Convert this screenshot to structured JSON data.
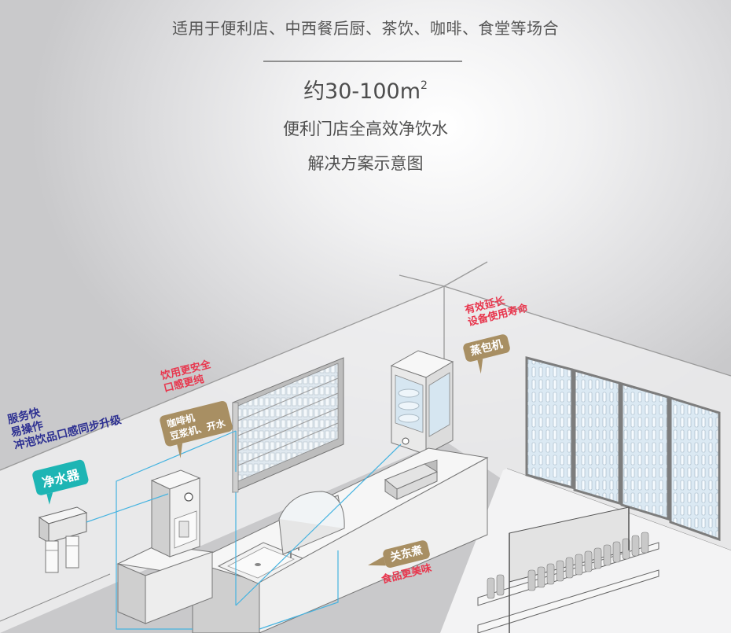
{
  "header": {
    "subtitle": "适用于便利店、中西餐后厨、茶饮、咖啡、食堂等场合",
    "area_prefix": "约30-100m",
    "area_sup": "2",
    "title_line1": "便利门店全高效净饮水",
    "title_line2": "解决方案示意图"
  },
  "callouts": {
    "benefit_service": [
      "服务快",
      "易操作",
      "冲泡饮品口感同步升级"
    ],
    "purifier_label": "净水器",
    "benefit_safety": [
      "饮用更安全",
      "口感更纯"
    ],
    "coffee_label": [
      "咖啡机",
      "豆浆机、开水"
    ],
    "benefit_lifespan": [
      "有效延长",
      "设备使用寿命"
    ],
    "steamer_label": "蒸包机",
    "oden_label": "关东煮",
    "benefit_taste": "食品更美味"
  },
  "colors": {
    "blue_text": "#2e3192",
    "red_text": "#e8374e",
    "teal_bubble": "#1db5b4",
    "gold_bubble": "#a88f63",
    "pipe_line": "#45b3e0",
    "line_gray": "#8a8a8a"
  }
}
